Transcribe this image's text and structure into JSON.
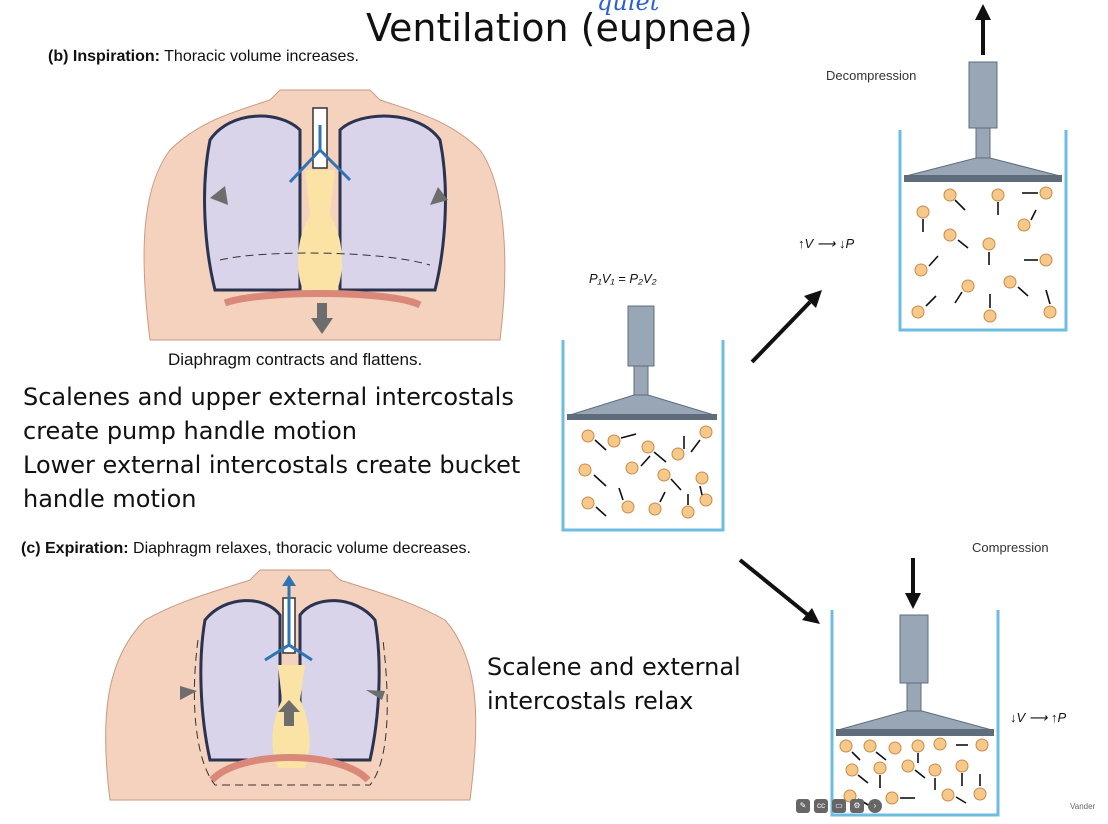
{
  "title": "Ventilation (eupnea)",
  "handwriting": "quiet",
  "inspiration": {
    "label": "(b) Inspiration:",
    "text": "Thoracic volume increases.",
    "diaphragm_caption": "Diaphragm contracts and flattens."
  },
  "notes_inspiration": [
    "Scalenes and upper external intercostals",
    "create pump handle motion",
    "Lower external intercostals create bucket",
    "handle motion"
  ],
  "expiration": {
    "label": "(c) Expiration:",
    "text": "Diaphragm relaxes, thoracic volume decreases."
  },
  "notes_expiration": [
    "Scalene and external",
    "intercostals relax"
  ],
  "boyle": {
    "formula": "P₁V₁ = P₂V₂",
    "decompression_label": "Decompression",
    "compression_label": "Compression",
    "decompression_relation": "↑V ⟶ ↓P",
    "compression_relation": "↓V ⟶ ↑P"
  },
  "credit": "Vander",
  "colors": {
    "skin": "#f4d2bd",
    "lung": "#d9d4ea",
    "trachea": "#fbe3a6",
    "diaphragm": "#d9887a",
    "arrow_blue": "#2e74b5",
    "piston": "#98a6b6",
    "container": "#6dbde0",
    "molecule": "#f6c98a"
  }
}
